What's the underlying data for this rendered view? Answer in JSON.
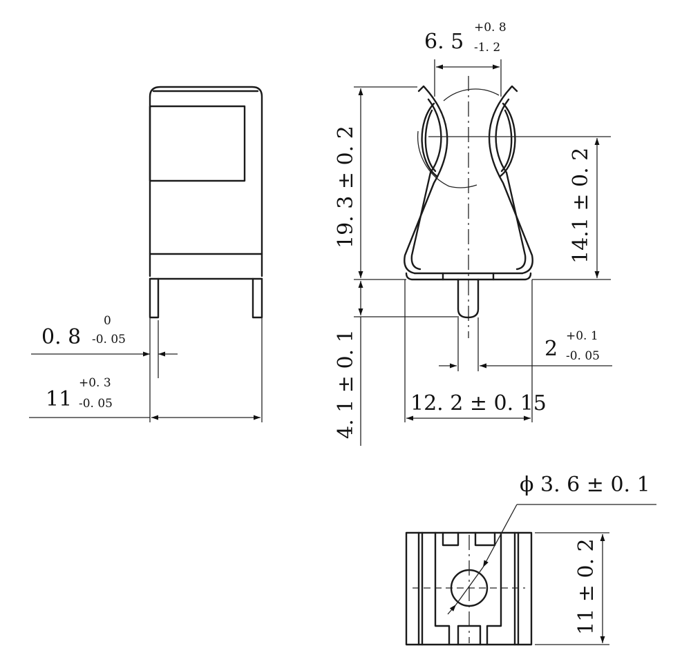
{
  "drawing": {
    "title": "Fuse clip technical drawing",
    "colors": {
      "line": "#1a1a1a",
      "background": "#ffffff"
    },
    "side_view": {
      "thickness": {
        "nominal": "0. 8",
        "upper": "0",
        "lower": "-0. 05"
      },
      "width": {
        "nominal": "11",
        "upper": "+0. 3",
        "lower": "-0. 05"
      }
    },
    "front_view": {
      "opening": {
        "nominal": "6. 5",
        "upper": "+0. 8",
        "lower": "-1. 2"
      },
      "total_height": {
        "text": "19. 3 ± 0. 2"
      },
      "clip_center_height": {
        "text": "14.1 ± 0. 2"
      },
      "pin_length": {
        "text": "4. 1 ± 0. 1"
      },
      "pin_width": {
        "nominal": "2",
        "upper": "+0. 1",
        "lower": "-0. 05"
      },
      "base_width": {
        "text": "12. 2 ± 0. 15"
      }
    },
    "bottom_view": {
      "hole_diameter": {
        "text": "ϕ 3. 6 ± 0. 1"
      },
      "height": {
        "text": "11 ± 0. 2"
      }
    }
  }
}
